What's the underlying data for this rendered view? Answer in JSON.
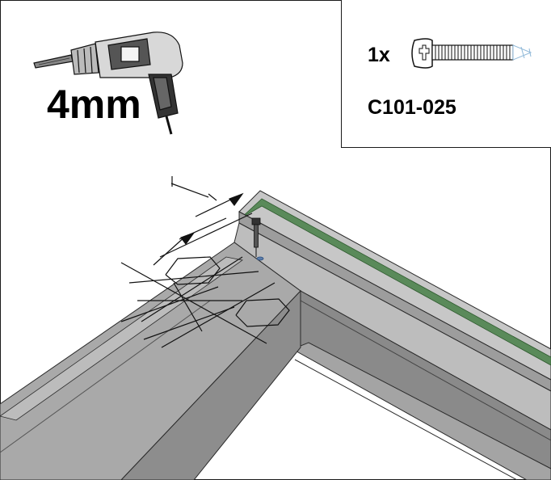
{
  "drill": {
    "size_label": "4mm",
    "icon": "power-drill-icon"
  },
  "part": {
    "quantity_label": "1x",
    "code": "C101-025",
    "icon": "pan-head-screw-icon"
  },
  "colors": {
    "frame_face": "#a8a8a8",
    "frame_dark": "#7a7a7a",
    "frame_light": "#c9c9c9",
    "edge": "#2a2a2a",
    "profile_accent": "#3f7a3f"
  }
}
